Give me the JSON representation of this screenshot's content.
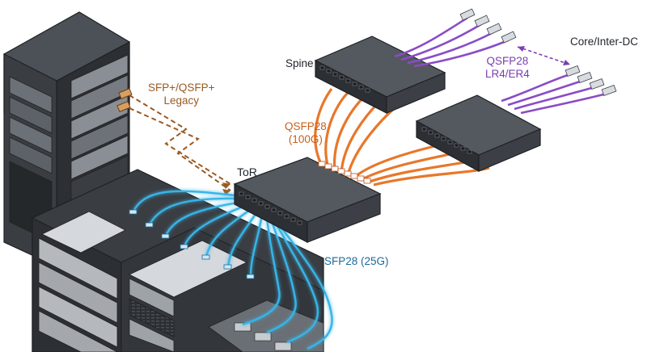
{
  "labels": {
    "legacy_line1": "SFP+/QSFP+",
    "legacy_line2": "Legacy",
    "spine": "Spine",
    "qsfp_line1": "QSFP28",
    "qsfp_line2": "(100G)",
    "tor": "ToR",
    "sfp28": "SFP28 (25G)",
    "lr_line1": "QSFP28",
    "lr_line2": "LR4/ER4",
    "core": "Core/Inter-DC"
  },
  "colors": {
    "legacy": "#9a5a22",
    "qsfp28": "#e8772a",
    "sfp28": "#39b4e6",
    "optics_lr": "#8a4cc6",
    "chassis": "#3c4046",
    "chassis_top": "#54595f"
  },
  "icons": [
    "server-rack",
    "tor-switch",
    "spine-switch",
    "fiber-cable",
    "transceiver-module"
  ]
}
